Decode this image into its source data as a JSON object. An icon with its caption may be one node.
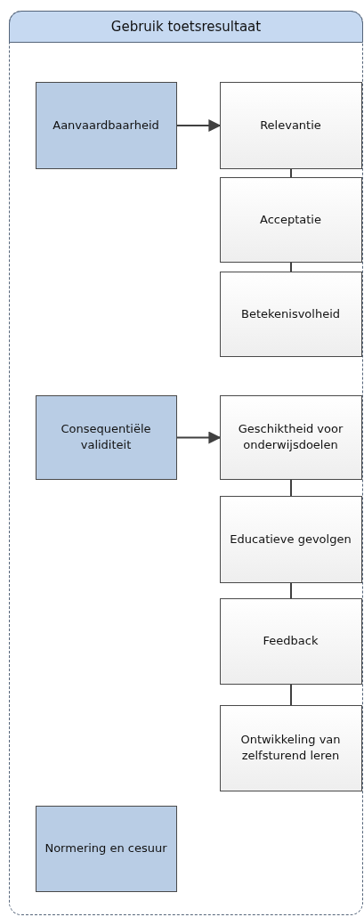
{
  "diagram": {
    "nodes": [
      {
        "text": [
          "Gebruik toetsresultaat"
        ]
      },
      {
        "text": [
          "Aanvaardbaarheid"
        ],
        "in": 0
      },
      {
        "text": [
          "Relevantie"
        ],
        "in": 0
      },
      {
        "text": [
          "Acceptatie"
        ],
        "in": 0
      },
      {
        "text": [
          "Betekenisvolheid"
        ],
        "in": 0
      },
      {
        "text": [
          "Consequentiële validiteit"
        ],
        "in": 0
      },
      {
        "text": [
          "Geschiktheid voor onderwijsdoelen"
        ],
        "in": 0
      },
      {
        "text": [
          "Educatieve gevolgen"
        ],
        "in": 0
      },
      {
        "text": [
          "Feedback"
        ],
        "in": 0
      },
      {
        "text": [
          "Ontwikkeling van zelfsturend leren"
        ],
        "in": 0
      },
      {
        "text": [
          "Normering en cesuur"
        ],
        "in": 0
      }
    ],
    "edges": [
      {
        "from": 1,
        "to": 2,
        "arrow": "to"
      },
      {
        "from": 2,
        "to": 3,
        "arrow": "none"
      },
      {
        "from": 3,
        "to": 4,
        "arrow": "none"
      },
      {
        "from": 5,
        "to": 6,
        "arrow": "to"
      },
      {
        "from": 6,
        "to": 7,
        "arrow": "none"
      },
      {
        "from": 7,
        "to": 8,
        "arrow": "none"
      },
      {
        "from": 8,
        "to": 9,
        "arrow": "none"
      }
    ]
  }
}
